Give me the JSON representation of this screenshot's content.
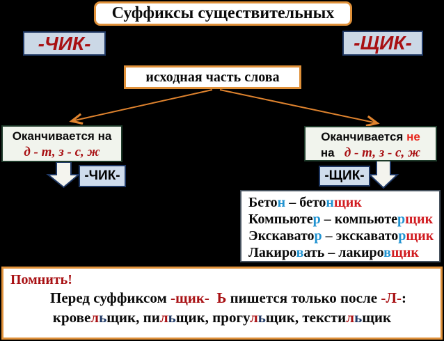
{
  "colors": {
    "black": "#0a0a0a",
    "orange": "#E0913A",
    "navy": "#1F3864",
    "darkred": "#A81013",
    "brightred": "#E8281E",
    "suffixred": "#E2492A",
    "exred": "#D11B20",
    "blue": "#2193D1",
    "lightblue_bg": "#CBD8E6",
    "cond_bg": "#F1F4ED",
    "cond_border": "#1E3A2A"
  },
  "title": {
    "text": "Суффиксы существительных"
  },
  "suffix_big_left": {
    "text": "-ЧИК-"
  },
  "suffix_big_right": {
    "text": "-ЩИК-"
  },
  "stem_box": {
    "text": "исходная часть слова"
  },
  "left_condition": {
    "line1": [
      {
        "t": "Оканчивается на"
      }
    ],
    "line2": [
      {
        "t": "д - т, з - с, ж",
        "c": "darkred",
        "cls": "serif-it"
      }
    ]
  },
  "right_condition": {
    "line1": [
      {
        "t": "Оканчивается "
      },
      {
        "t": "не",
        "c": "brightred"
      }
    ],
    "line2": [
      {
        "t": "на",
        "cls": "sans"
      },
      {
        "t": "   ",
        "cls": "sans"
      },
      {
        "t": "д - т, з - с, ж",
        "c": "darkred",
        "cls": "serif-it"
      }
    ]
  },
  "suffix_small_left": {
    "text": "-ЧИК-"
  },
  "suffix_small_right": {
    "text": "-ЩИК-"
  },
  "examples": {
    "lines": [
      [
        {
          "t": "Бето"
        },
        {
          "t": "н",
          "c": "blue"
        },
        {
          "t": " – бето"
        },
        {
          "t": "н",
          "c": "blue"
        },
        {
          "t": "щик",
          "c": "exred"
        }
      ],
      [
        {
          "t": "Компьюте"
        },
        {
          "t": "р",
          "c": "blue"
        },
        {
          "t": " – компьюте"
        },
        {
          "t": "р",
          "c": "blue"
        },
        {
          "t": "щик",
          "c": "exred"
        }
      ],
      [
        {
          "t": "Экскавато"
        },
        {
          "t": "р",
          "c": "blue"
        },
        {
          "t": " – экскавато"
        },
        {
          "t": "р",
          "c": "blue"
        },
        {
          "t": "щик",
          "c": "exred"
        }
      ],
      [
        {
          "t": "Лакиро"
        },
        {
          "t": "в",
          "c": "blue"
        },
        {
          "t": "ать – лакиро"
        },
        {
          "t": "в",
          "c": "blue"
        },
        {
          "t": "щик",
          "c": "exred"
        }
      ]
    ]
  },
  "reminder": {
    "heading": {
      "text": "Помнить!",
      "color": "darkred"
    },
    "line1": [
      {
        "t": "Перед суффиксом "
      },
      {
        "t": "-щик-",
        "c": "darkred"
      },
      {
        "t": "  "
      },
      {
        "t": "Ь",
        "c": "darkred"
      },
      {
        "t": " пишется только после "
      },
      {
        "t": "-Л-",
        "c": "darkred"
      },
      {
        "t": ":"
      }
    ],
    "line2": [
      {
        "t": "крове"
      },
      {
        "t": "л",
        "c": "darkred"
      },
      {
        "t": "ь",
        "c": "navy"
      },
      {
        "t": "щик, пи"
      },
      {
        "t": "л",
        "c": "darkred"
      },
      {
        "t": "ь",
        "c": "navy"
      },
      {
        "t": "щик, прогу"
      },
      {
        "t": "л",
        "c": "darkred"
      },
      {
        "t": "ь",
        "c": "navy"
      },
      {
        "t": "щик, тексти"
      },
      {
        "t": "л",
        "c": "darkred"
      },
      {
        "t": "ь",
        "c": "navy"
      },
      {
        "t": "щик"
      }
    ]
  }
}
